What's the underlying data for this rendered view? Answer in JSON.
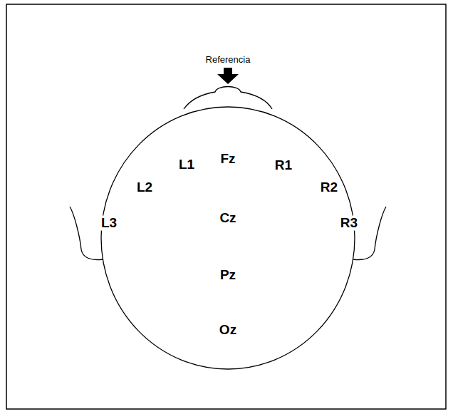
{
  "diagram": {
    "labels": [
      "Referencia",
      "L1",
      "Fz",
      "R1",
      "L2",
      "R2",
      "L3",
      "Cz",
      "R3",
      "Pz",
      "Oz"
    ]
  }
}
